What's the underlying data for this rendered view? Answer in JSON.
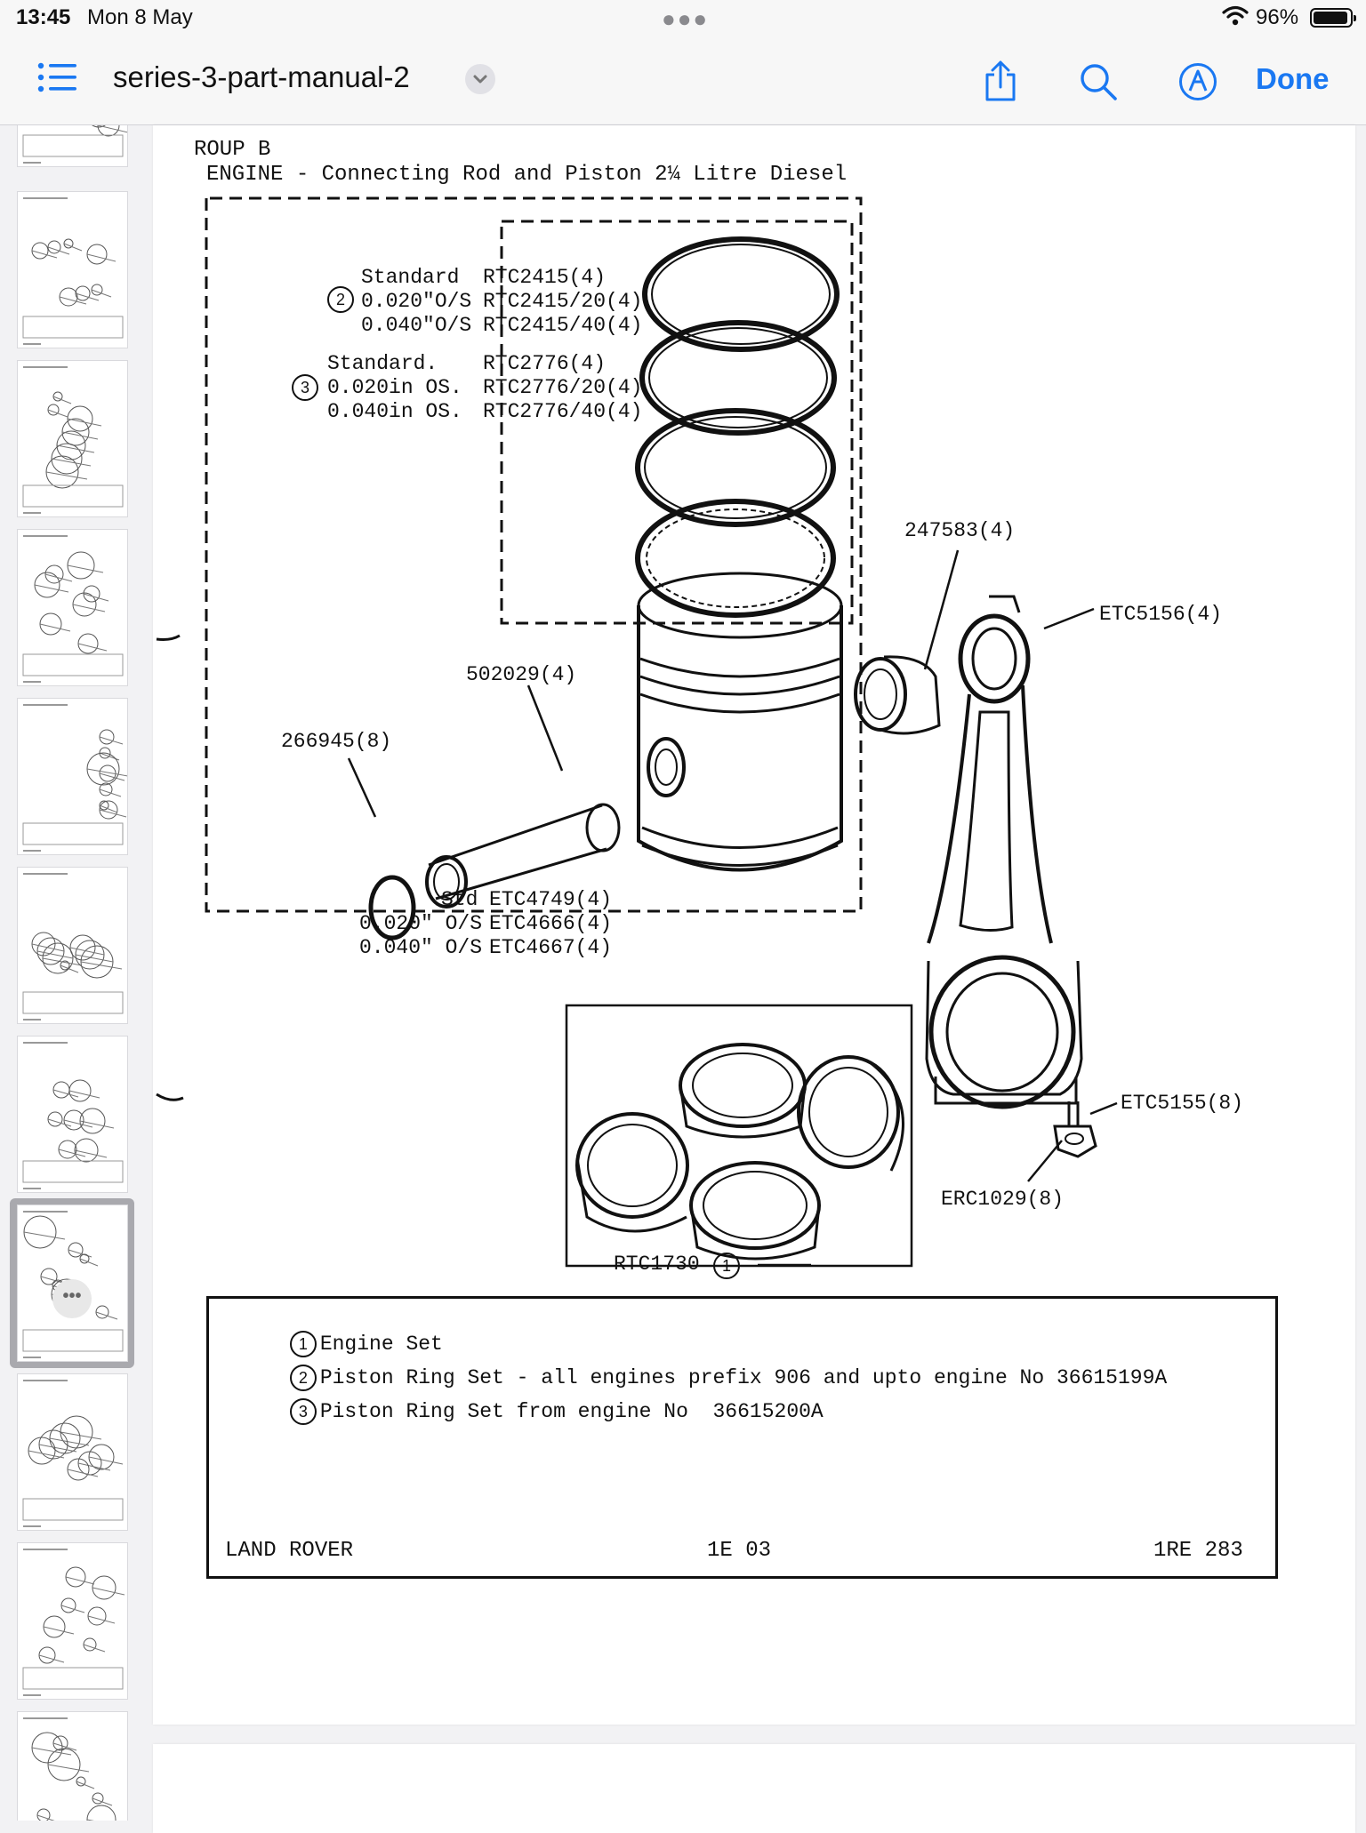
{
  "status_bar": {
    "time": "13:45",
    "date": "Mon 8 May",
    "battery_percent": "96%",
    "battery_level": 0.96
  },
  "toolbar": {
    "document_title": "series-3-part-manual-2",
    "done_label": "Done",
    "accent_color": "#1a78f2"
  },
  "sidebar": {
    "thumbnail_count": 11,
    "selected_index": 7
  },
  "page": {
    "group": "ROUP B",
    "title": "ENGINE - Connecting Rod and Piston 2¼ Litre Diesel",
    "ring_set_2": {
      "marker": "2",
      "rows": [
        {
          "size": "Standard",
          "part": "RTC2415(4)"
        },
        {
          "size": "0.020\"O/S",
          "part": "RTC2415/20(4)"
        },
        {
          "size": "0.040\"O/S",
          "part": "RTC2415/40(4)"
        }
      ]
    },
    "ring_set_3": {
      "marker": "3",
      "rows": [
        {
          "size": "Standard.",
          "part": "RTC2776(4)"
        },
        {
          "size": "0.020in OS.",
          "part": "RTC2776/20(4)"
        },
        {
          "size": "0.040in OS.",
          "part": "RTC2776/40(4)"
        }
      ]
    },
    "callouts": {
      "small_end_bush": "247583(4)",
      "connecting_rod": "ETC5156(4)",
      "gudgeon_pin": "502029(4)",
      "circlip": "266945(8)",
      "rod_bolt": "ETC5155(8)",
      "rod_nut": "ERC1029(8)",
      "bearing_set": "RTC1730",
      "bearing_marker": "1"
    },
    "piston": [
      {
        "size": "Std",
        "part": "ETC4749(4)"
      },
      {
        "size": "0.020\" O/S",
        "part": "ETC4666(4)"
      },
      {
        "size": "0.040\" O/S",
        "part": "ETC4667(4)"
      }
    ],
    "legend": [
      {
        "marker": "1",
        "text": "Engine Set"
      },
      {
        "marker": "2",
        "text": "Piston Ring Set - all engines prefix 906 and upto engine No 36615199A"
      },
      {
        "marker": "3",
        "text": "Piston Ring Set from engine No  36615200A"
      }
    ],
    "footer": {
      "left": "LAND ROVER",
      "center": "1E 03",
      "right": "1RE 283"
    }
  }
}
